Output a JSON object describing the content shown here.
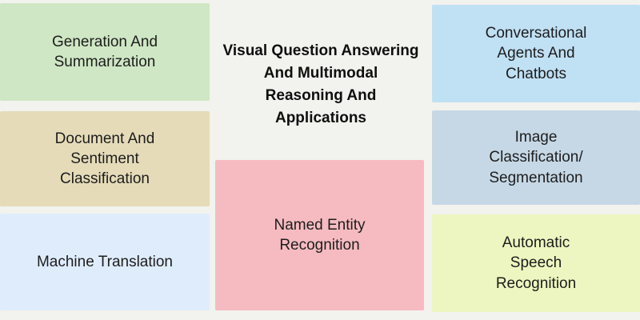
{
  "page": {
    "background": "#f2f2ee",
    "text_color": "#1d1d1d",
    "title_color": "#0f0f0f"
  },
  "title": {
    "lines": [
      "Visual Question Answering",
      "And Multimodal",
      "Reasoning And",
      "Applications"
    ]
  },
  "boxes": {
    "left": [
      {
        "id": "generation-and-summarization",
        "lines": [
          "Generation And",
          "Summarization"
        ],
        "bg": "#cfe7c4"
      },
      {
        "id": "document-and-sentiment-classification",
        "lines": [
          "Document And",
          "Sentiment",
          "Classification"
        ],
        "bg": "#e5dbb9"
      },
      {
        "id": "machine-translation",
        "lines": [
          "Machine Translation"
        ],
        "bg": "#dfecfb"
      }
    ],
    "center": [
      {
        "id": "named-entity-recognition",
        "lines": [
          "Named Entity",
          "Recognition"
        ],
        "bg": "#f6bbc1"
      }
    ],
    "right": [
      {
        "id": "conversational-agents-and-chatbots",
        "lines": [
          "Conversational",
          "Agents And",
          "Chatbots"
        ],
        "bg": "#c0e0f4"
      },
      {
        "id": "image-classification-segmentation",
        "lines": [
          "Image",
          "Classification/",
          "Segmentation"
        ],
        "bg": "#c6d8e6"
      },
      {
        "id": "automatic-speech-recognition",
        "lines": [
          "Automatic",
          "Speech",
          "Recognition"
        ],
        "bg": "#edf6c0"
      }
    ]
  }
}
